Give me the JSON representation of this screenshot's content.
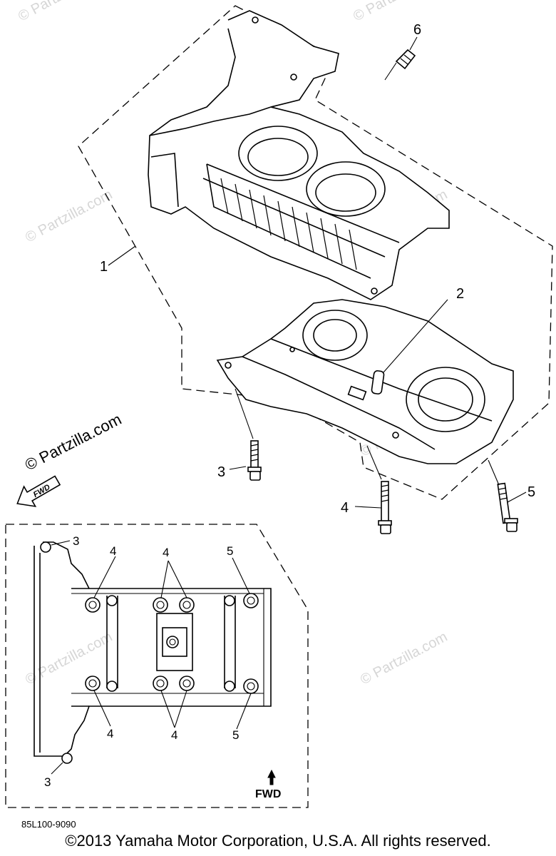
{
  "watermark": "© Partzilla.com",
  "callouts": {
    "c1": "1",
    "c2": "2",
    "c3": "3",
    "c4": "4",
    "c5": "5",
    "c6": "6"
  },
  "fwd_label": "FWD",
  "footer": {
    "drawing_number": "85L100-9090",
    "copyright": "©2013 Yamaha Motor Corporation, U.S.A. All rights reserved."
  }
}
